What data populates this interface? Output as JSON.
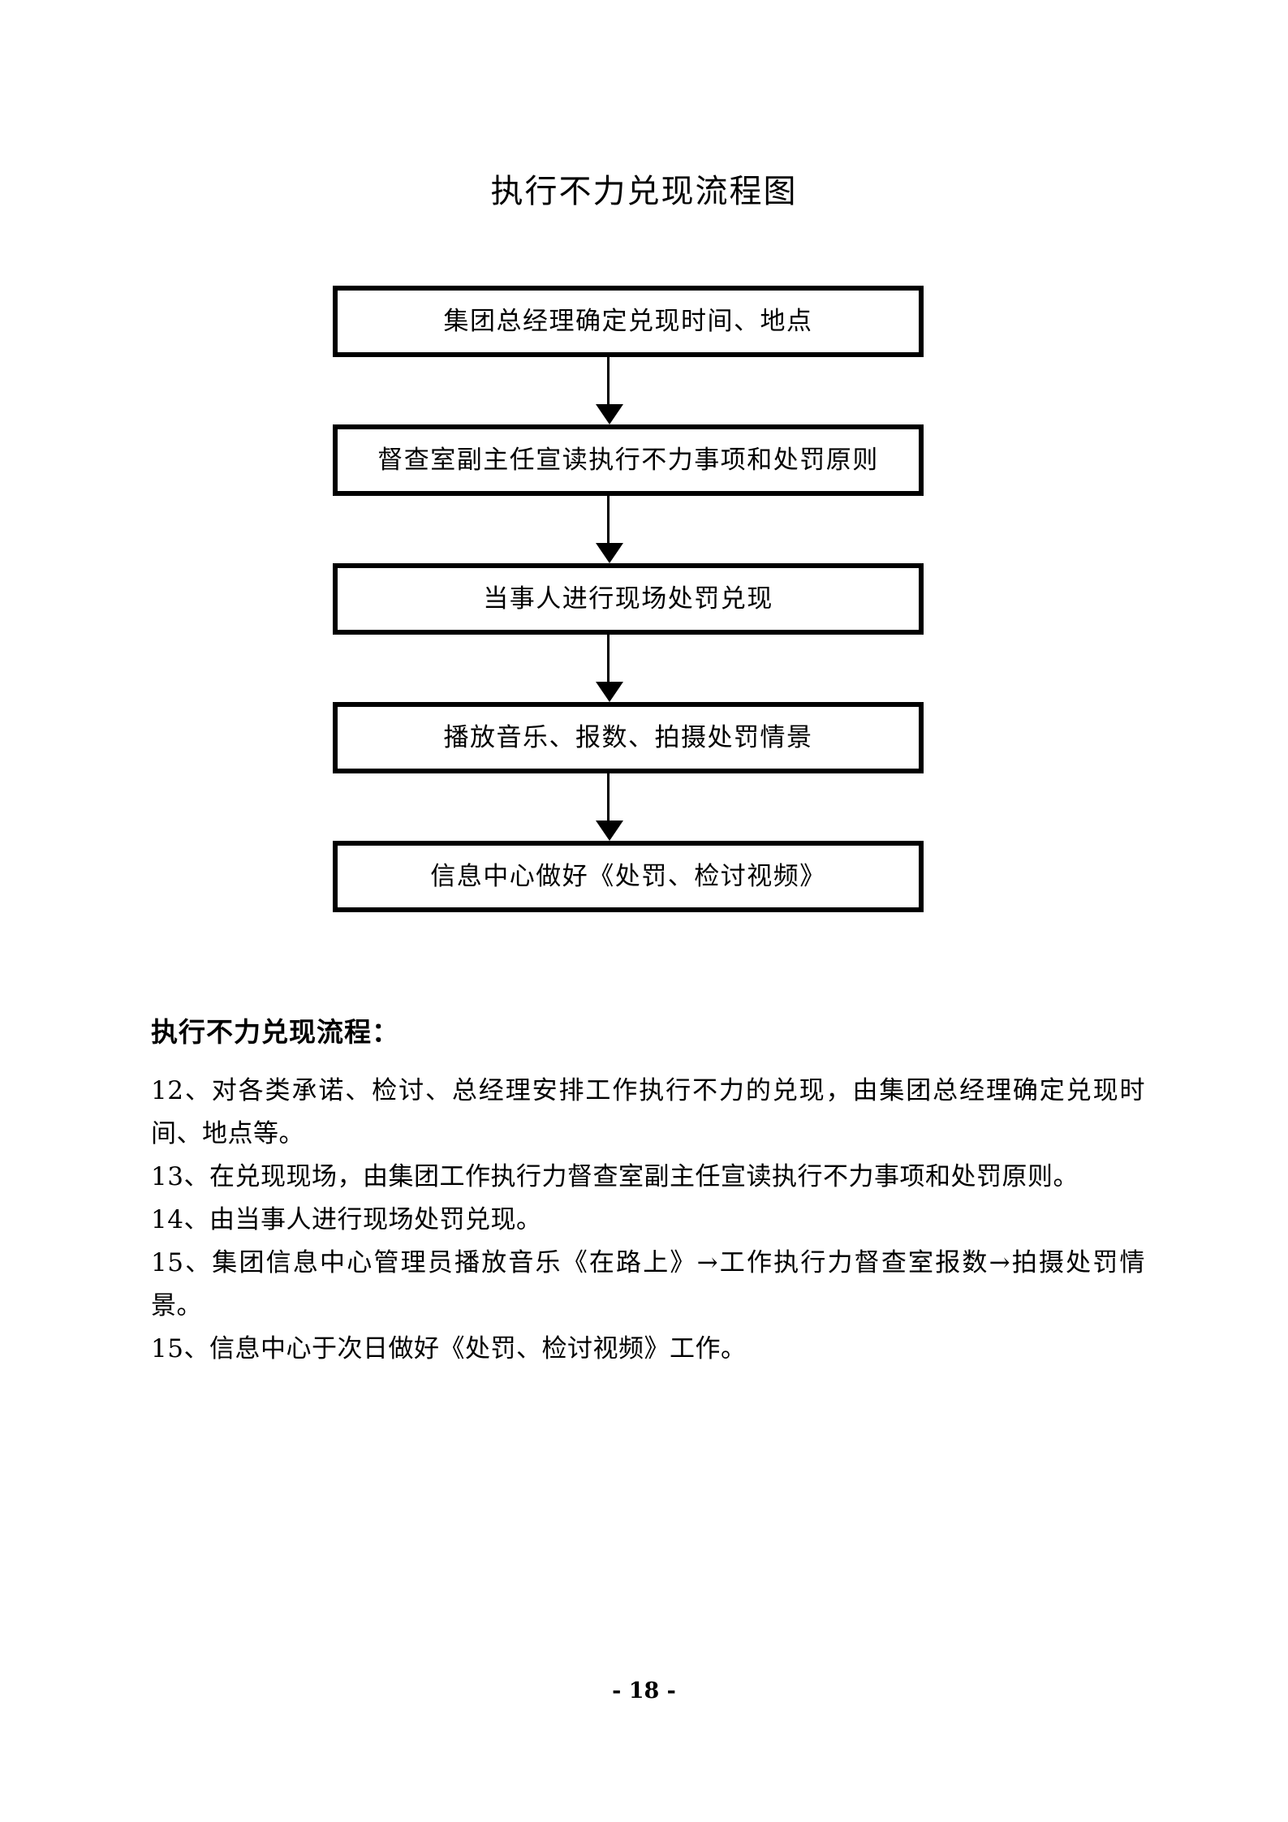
{
  "document": {
    "title": "执行不力兑现流程图",
    "page_number_label": "- 18 -"
  },
  "flowchart": {
    "steps": [
      {
        "label": "集团总经理确定兑现时间、地点"
      },
      {
        "label": "督查室副主任宣读执行不力事项和处罚原则"
      },
      {
        "label": "当事人进行现场处罚兑现"
      },
      {
        "label": "播放音乐、报数、拍摄处罚情景"
      },
      {
        "label": "信息中心做好《处罚、检讨视频》"
      }
    ],
    "connector_count": 4
  },
  "procedure": {
    "heading": "执行不力兑现流程：",
    "items": [
      "12、对各类承诺、检讨、总经理安排工作执行不力的兑现，由集团总经理确定兑现时间、地点等。",
      "13、在兑现现场，由集团工作执行力督查室副主任宣读执行不力事项和处罚原则。",
      "14、由当事人进行现场处罚兑现。",
      "15、集团信息中心管理员播放音乐《在路上》→工作执行力督查室报数→拍摄处罚情景。",
      "15、信息中心于次日做好《处罚、检讨视频》工作。"
    ]
  },
  "colors": {
    "page_background": "#ffffff",
    "ink": "#000000",
    "box_border": "#000000"
  }
}
